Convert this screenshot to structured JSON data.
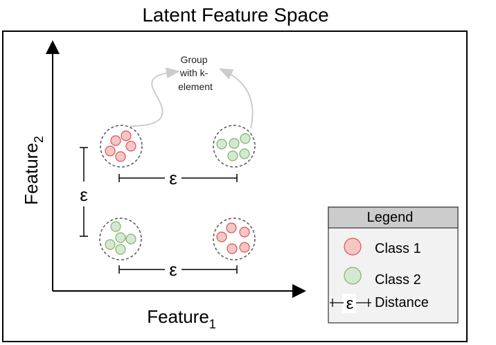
{
  "title": "Latent Feature Space",
  "axes": {
    "x_label": "Feature",
    "x_subscript": "1",
    "y_label": "Feature",
    "y_subscript": "2"
  },
  "annotation": {
    "line1": "Group",
    "line2": "with k-",
    "line3": "element"
  },
  "epsilon": "ε",
  "legend": {
    "title": "Legend",
    "items": [
      {
        "label": "Class 1",
        "color": "#f4c7c3",
        "stroke": "#d9535a"
      },
      {
        "label": "Class 2",
        "color": "#d5e8d4",
        "stroke": "#82b366"
      },
      {
        "label": "Distance"
      }
    ]
  },
  "colors": {
    "class1_fill": "#f4c7c3",
    "class1_stroke": "#d9535a",
    "class2_fill": "#d5e8d4",
    "class2_stroke": "#82b366",
    "legend_header": "#cccccc",
    "legend_body": "#f2f2f2",
    "arrow_gray": "#cccccc"
  }
}
